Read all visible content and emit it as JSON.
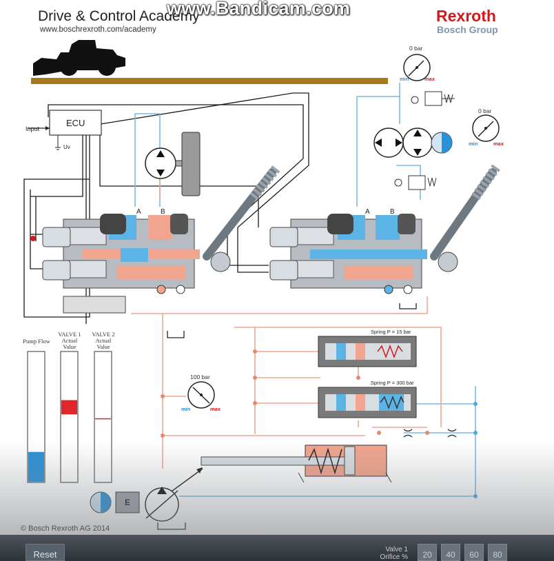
{
  "header": {
    "title": "Drive & Control Academy",
    "subtitle": "www.boschrexroth.com/academy",
    "watermark": "www.Bandicam.com",
    "brand": "Rexroth",
    "brand_group": "Bosch Group"
  },
  "diagram": {
    "ecu_label": "ECU",
    "input_label": "Input",
    "supply_label": "Uv",
    "port_a_1": "A",
    "port_b_1": "B",
    "port_a_2": "A",
    "port_b_2": "B",
    "engine_label": "E",
    "spring_1": "Spring P = 15 bar",
    "spring_2": "Spring P = 300 bar"
  },
  "gauges": [
    {
      "reading": "0 bar",
      "min": "min",
      "max": "max"
    },
    {
      "reading": "0 bar",
      "min": "min",
      "max": "max"
    },
    {
      "reading": "100 bar",
      "min": "min",
      "max": "max"
    }
  ],
  "bars": [
    {
      "label": "Pump Flow",
      "level": 0.23
    },
    {
      "label": "VALVE 1 Actual Value",
      "level_top": 0.63,
      "level_bottom": 0.52
    },
    {
      "label": "VALVE 2 Actual Value",
      "level": 0.49
    }
  ],
  "footer": {
    "copyright": "© Bosch Rexroth AG 2014",
    "reset_label": "Reset",
    "orifice_label_1": "Valve 1",
    "orifice_label_2": "Orifice %",
    "orifice_options": [
      "20",
      "40",
      "60",
      "80"
    ]
  },
  "colors": {
    "brand_red": "#d3181c",
    "brand_grey": "#7f96ad",
    "pressure": "#f0a58e",
    "tank": "#6fb5e3",
    "bar_red": "#e0262b",
    "bar_blue": "#2b92d8"
  }
}
